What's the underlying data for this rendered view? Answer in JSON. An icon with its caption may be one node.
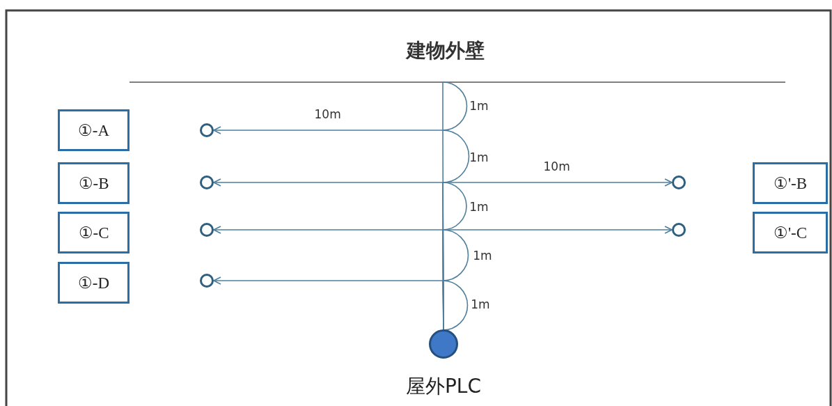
{
  "diagram": {
    "nodes": [
      {
        "text": [
          "①-A"
        ]
      },
      {
        "text": [
          "①-B"
        ]
      },
      {
        "text": [
          "①-C"
        ]
      },
      {
        "text": [
          "①-D"
        ]
      },
      {
        "text": [],
        "shape": "circle"
      },
      {
        "text": [],
        "shape": "circle"
      },
      {
        "text": [],
        "shape": "circle"
      },
      {
        "text": [],
        "shape": "circle"
      },
      {
        "text": [],
        "shape": "circle"
      },
      {
        "text": [],
        "shape": "circle"
      },
      {
        "text": [
          "①'-B"
        ]
      },
      {
        "text": [
          "①'-C"
        ]
      },
      {
        "text": [
          "屋外PLC"
        ]
      }
    ],
    "edges": [
      {
        "from": 12,
        "to": 4,
        "arrow": "to",
        "label": "10m"
      },
      {
        "from": 12,
        "to": 5,
        "arrow": "to"
      },
      {
        "from": 12,
        "to": 8,
        "arrow": "to",
        "label": "10m"
      },
      {
        "from": 12,
        "to": 6,
        "arrow": "to"
      },
      {
        "from": 12,
        "to": 9,
        "arrow": "to"
      },
      {
        "from": 12,
        "to": 7,
        "arrow": "to"
      }
    ],
    "labels": [
      "建物外壁",
      "1m",
      "1m",
      "1m",
      "1m",
      "1m"
    ]
  }
}
